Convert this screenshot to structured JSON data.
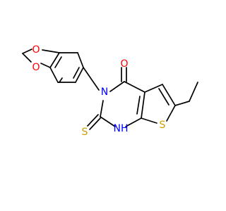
{
  "molecule": {
    "atoms": {
      "o_top": {
        "symbol": "O",
        "color": "#ff0000"
      },
      "o_bottom": {
        "symbol": "O",
        "color": "#ff0000"
      },
      "o_carbonyl": {
        "symbol": "O",
        "color": "#ff0000"
      },
      "n_ring": {
        "symbol": "N",
        "color": "#0000ff"
      },
      "nh_ring": {
        "symbol": "NH",
        "color": "#0000ff"
      },
      "s_thioxo": {
        "symbol": "S",
        "color": "#c8a000"
      },
      "s_ring": {
        "symbol": "S",
        "color": "#c8a000"
      }
    },
    "bond_color": "#000000",
    "background": "#ffffff"
  }
}
